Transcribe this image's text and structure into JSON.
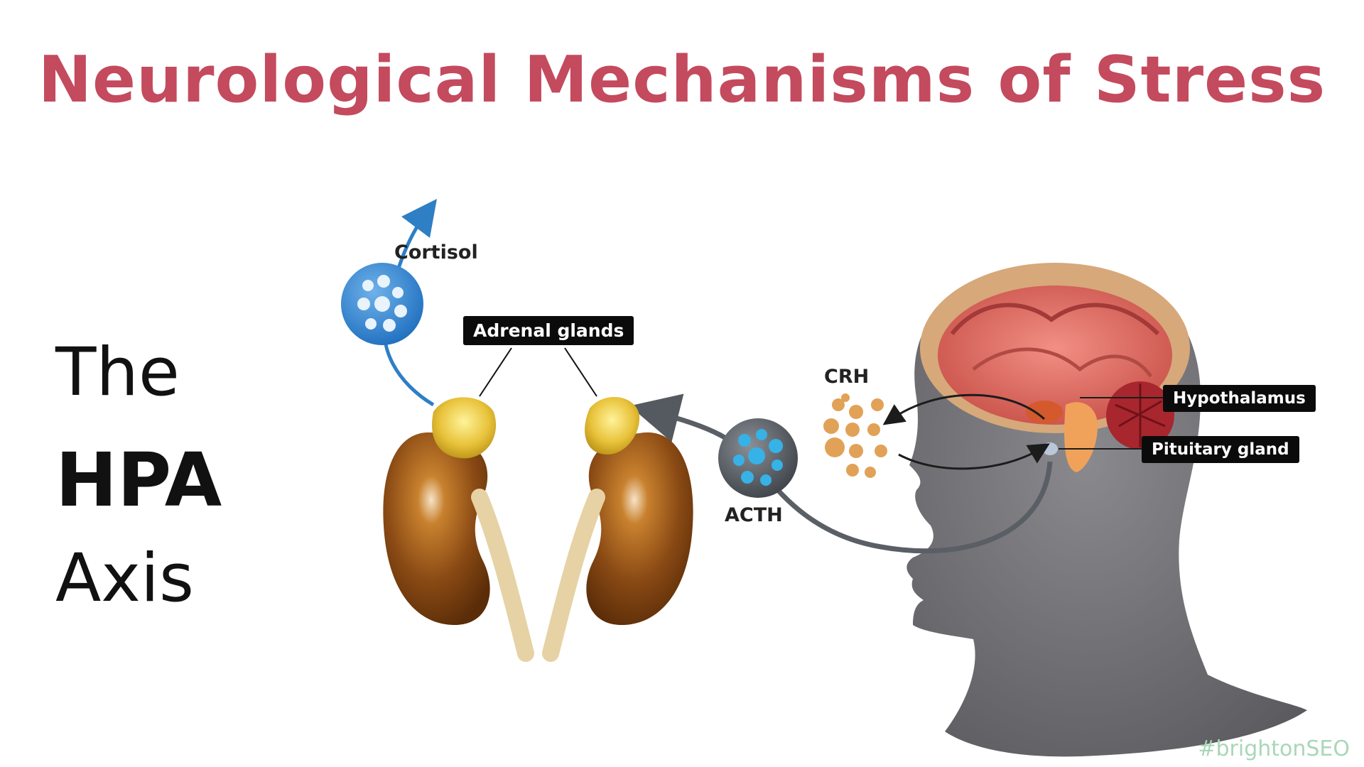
{
  "title": "Neurological Mechanisms of Stress",
  "side_heading": {
    "line1": "The",
    "line2": "HPA",
    "line3": "Axis"
  },
  "labels": {
    "cortisol": "Cortisol",
    "adrenal_glands": "Adrenal glands",
    "crh": "CRH",
    "acth": "ACTH",
    "hypothalamus": "Hypothalamus",
    "pituitary_gland": "Pituitary gland"
  },
  "watermark": "#brightonSEO",
  "colors": {
    "title": "#c44a5e",
    "cortisol_arrow": "#2e7fc4",
    "kidney": "#8b4513",
    "adrenal": "#e8c23a",
    "head": "#6e6e72",
    "brain": "#e07a6c"
  }
}
